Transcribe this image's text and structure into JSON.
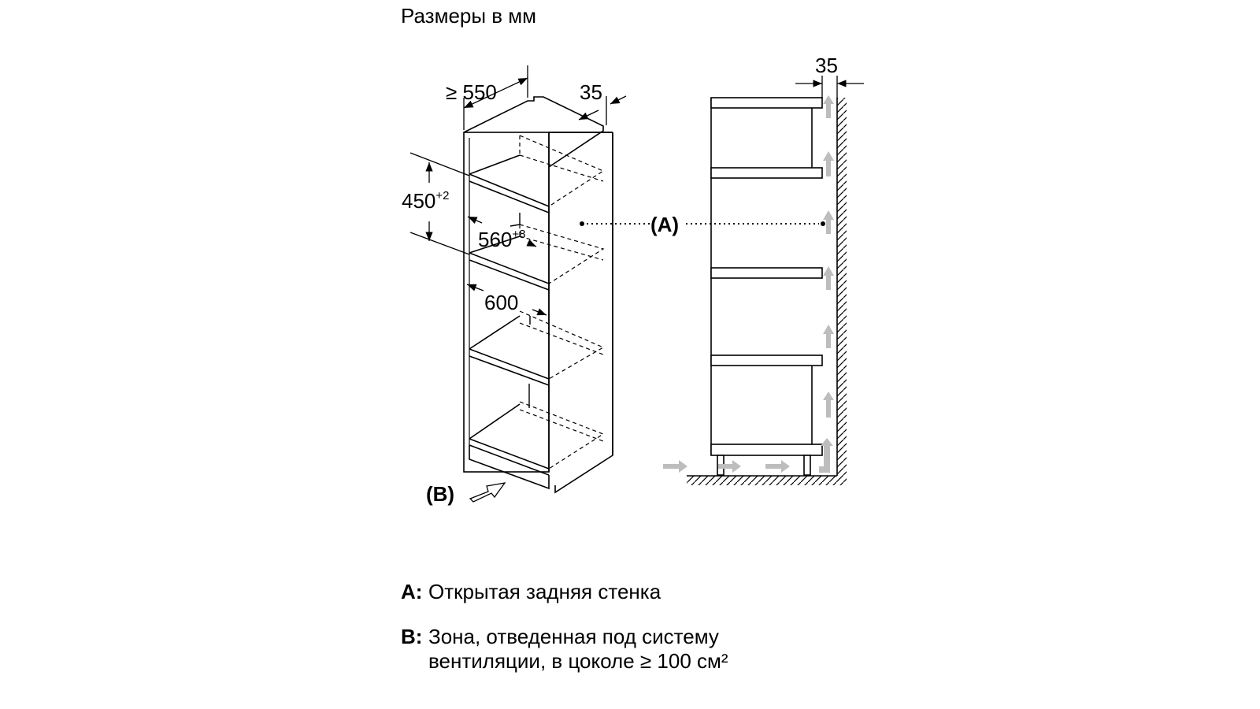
{
  "title": "Размеры в мм",
  "dimensions": {
    "depth": "≥ 550",
    "back_gap": "35",
    "niche_height": "450",
    "niche_height_tol": "+2",
    "niche_width": "560",
    "niche_width_tol": "+8",
    "cabinet_width": "600",
    "side_gap": "35"
  },
  "callouts": {
    "a": "(A)",
    "b": "(B)"
  },
  "legend": [
    {
      "key": "A:",
      "text": "Открытая задняя стенка"
    },
    {
      "key": "B:",
      "text": "Зона, отведенная под систему вентиляции, в цоколе ≥ 100 см²"
    }
  ],
  "colors": {
    "line": "#000000",
    "airflow": "#bdbdbd"
  }
}
